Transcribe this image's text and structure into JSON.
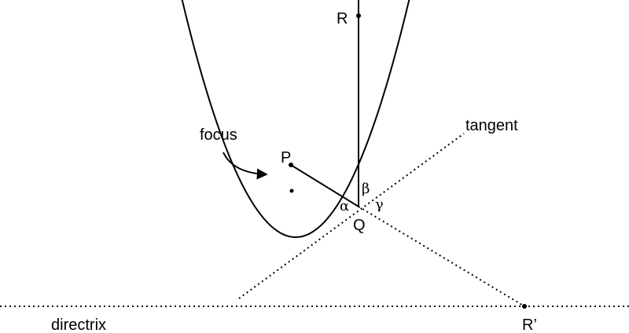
{
  "labels": {
    "point_r": "R",
    "point_p": "P",
    "point_q": "Q",
    "point_r_prime": "R’",
    "focus": "focus",
    "tangent": "tangent",
    "directrix": "directrix",
    "alpha": "α",
    "beta": "β",
    "gamma": "γ"
  }
}
